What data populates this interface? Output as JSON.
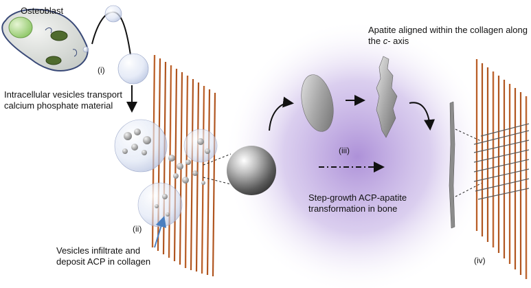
{
  "labels": {
    "osteoblast": "Osteoblast",
    "step_i": "(i)",
    "step_ii": "(ii)",
    "step_iii": "(iii)",
    "step_iv": "(iv)",
    "transport_line1": "Intracellular vesicles transport",
    "transport_line2": "calcium phosphate material",
    "infiltrate_line1": "Vesicles infiltrate and",
    "infiltrate_line2": "deposit ACP in collagen",
    "apatite_line1": "Apatite aligned within the collagen along",
    "apatite_line2_prefix": "the ",
    "apatite_line2_axis": "c",
    "apatite_line2_suffix": "- axis",
    "stepgrowth_line1": "Step-growth ACP-apatite",
    "stepgrowth_line2": "transformation in bone"
  },
  "colors": {
    "collagen_fibril": "#b0551f",
    "collagen_highlight": "#e8a070",
    "glow": "#a98bd6",
    "cell_body": "#d9ddd7",
    "nucleus": "#9fd07a",
    "mitochondria": "#4f6b2e",
    "pointer_arrow": "#4a7fc0"
  },
  "icons": [
    "osteoblast-cell-icon",
    "vesicle-icon",
    "acp-sphere-icon",
    "apatite-crystal-icon",
    "collagen-fibril-icon"
  ]
}
